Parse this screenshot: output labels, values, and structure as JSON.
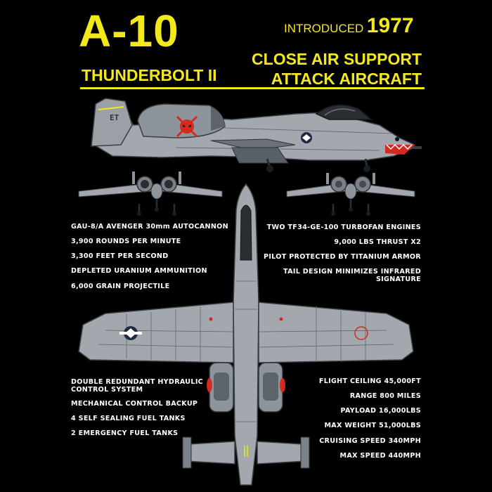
{
  "header": {
    "model": "A-10",
    "name": "THUNDERBOLT II",
    "introduced_label": "INTRODUCED",
    "introduced_year": "1977",
    "role_line1": "CLOSE AIR SUPPORT",
    "role_line2": "ATTACK AIRCRAFT"
  },
  "markings": {
    "tail_code": "ET"
  },
  "specs_upper_left": [
    "GAU-8/A AVENGER 30mm AUTOCANNON",
    "3,900 ROUNDS PER MINUTE",
    "3,300 FEET PER SECOND",
    "DEPLETED URANIUM AMMUNITION",
    "6,000 GRAIN PROJECTILE"
  ],
  "specs_upper_right": [
    "TWO TF34-GE-100 TURBOFAN ENGINES",
    "9,000 LBS THRUST X2",
    "PILOT PROTECTED BY TITANIUM ARMOR",
    "TAIL DESIGN MINIMIZES INFRARED",
    "SIGNATURE"
  ],
  "specs_lower_left": [
    "DOUBLE REDUNDANT HYDRAULIC",
    "CONTROL SYSTEM",
    "MECHANICAL CONTROL BACKUP",
    "4 SELF SEALING FUEL TANKS",
    "2 EMERGENCY FUEL TANKS"
  ],
  "specs_lower_right": [
    "FLIGHT CEILING 45,000FT",
    "RANGE 800 MILES",
    "PAYLOAD 16,000LBS",
    "MAX  WEIGHT 51,000LBS",
    "CRUISING SPEED 340MPH",
    "MAX SPEED 440MPH"
  ],
  "colors": {
    "background": "#000000",
    "accent_yellow": "#f2e81c",
    "spec_text": "#ffffff",
    "aircraft_grey": "#9aa0a6",
    "aircraft_dark": "#4a4f55",
    "insignia_red": "#d42a1f"
  }
}
